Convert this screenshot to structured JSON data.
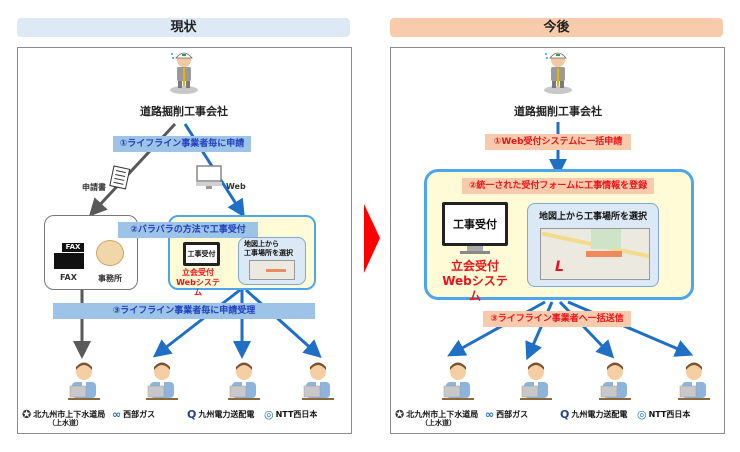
{
  "left": {
    "header": "現状",
    "header_color": "#dde9f5",
    "company": "道路掘削工事会社",
    "step1": "①ライフライン事業者毎に申請",
    "paper_label": "申請書",
    "web_label": "Web",
    "step2": "②バラバラの方法で工事受付",
    "fax_label": "FAX",
    "fax_icon_text": "FAX",
    "office_label": "事務所",
    "monitor_text": "工事受付",
    "bubble_text_1": "地図上から",
    "bubble_text_2": "工事場所を選択",
    "system_line1": "立会受付",
    "system_line2": "Webシステム",
    "step3": "③ライフライン事業者毎に申請受理"
  },
  "right": {
    "header": "今後",
    "header_color": "#f8cbad",
    "company": "道路掘削工事会社",
    "step1": "①Web受付システムに一括申請",
    "step2": "②統一された受付フォームに工事情報を登録",
    "monitor_text": "工事受付",
    "bubble_text": "地図上から工事場所を選択",
    "system_line1": "立会受付",
    "system_line2": "Webシステム",
    "step3": "③ライフライン事業者へ一括送信"
  },
  "utilities": [
    {
      "name": "北九州市上下水道局",
      "sub": "（上水道）",
      "icon": "city-emblem-icon"
    },
    {
      "name": "西部ガス",
      "icon": "saibu-gas-logo-icon"
    },
    {
      "name": "九州電力送配電",
      "icon": "kyuden-logo-icon"
    },
    {
      "name": "NTT西日本",
      "icon": "ntt-logo-icon"
    }
  ],
  "colors": {
    "arrow_blue": "#1f6fc5",
    "arrow_gray": "#595959",
    "accent_red": "#ff0000",
    "system_box_fill": "#fffbd6",
    "system_box_border": "#4da6e8"
  }
}
